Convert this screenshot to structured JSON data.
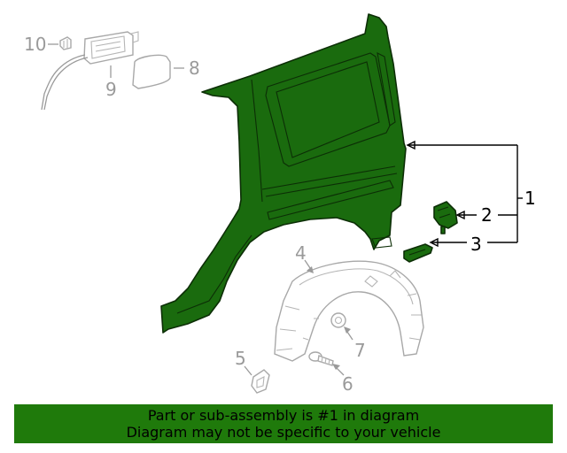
{
  "callouts": {
    "c1": "1",
    "c2": "2",
    "c3": "3",
    "c4": "4",
    "c5": "5",
    "c6": "6",
    "c7": "7",
    "c8": "8",
    "c9": "9",
    "c10": "10"
  },
  "banner": {
    "line1": "Part or sub-assembly is #1 in diagram",
    "line2": "Diagram may not be specific to your vehicle"
  },
  "colors": {
    "highlight": "#1a6b0e",
    "banner": "#1f7a0b",
    "muted_line": "#9a9a9a",
    "active_line": "#000000"
  }
}
